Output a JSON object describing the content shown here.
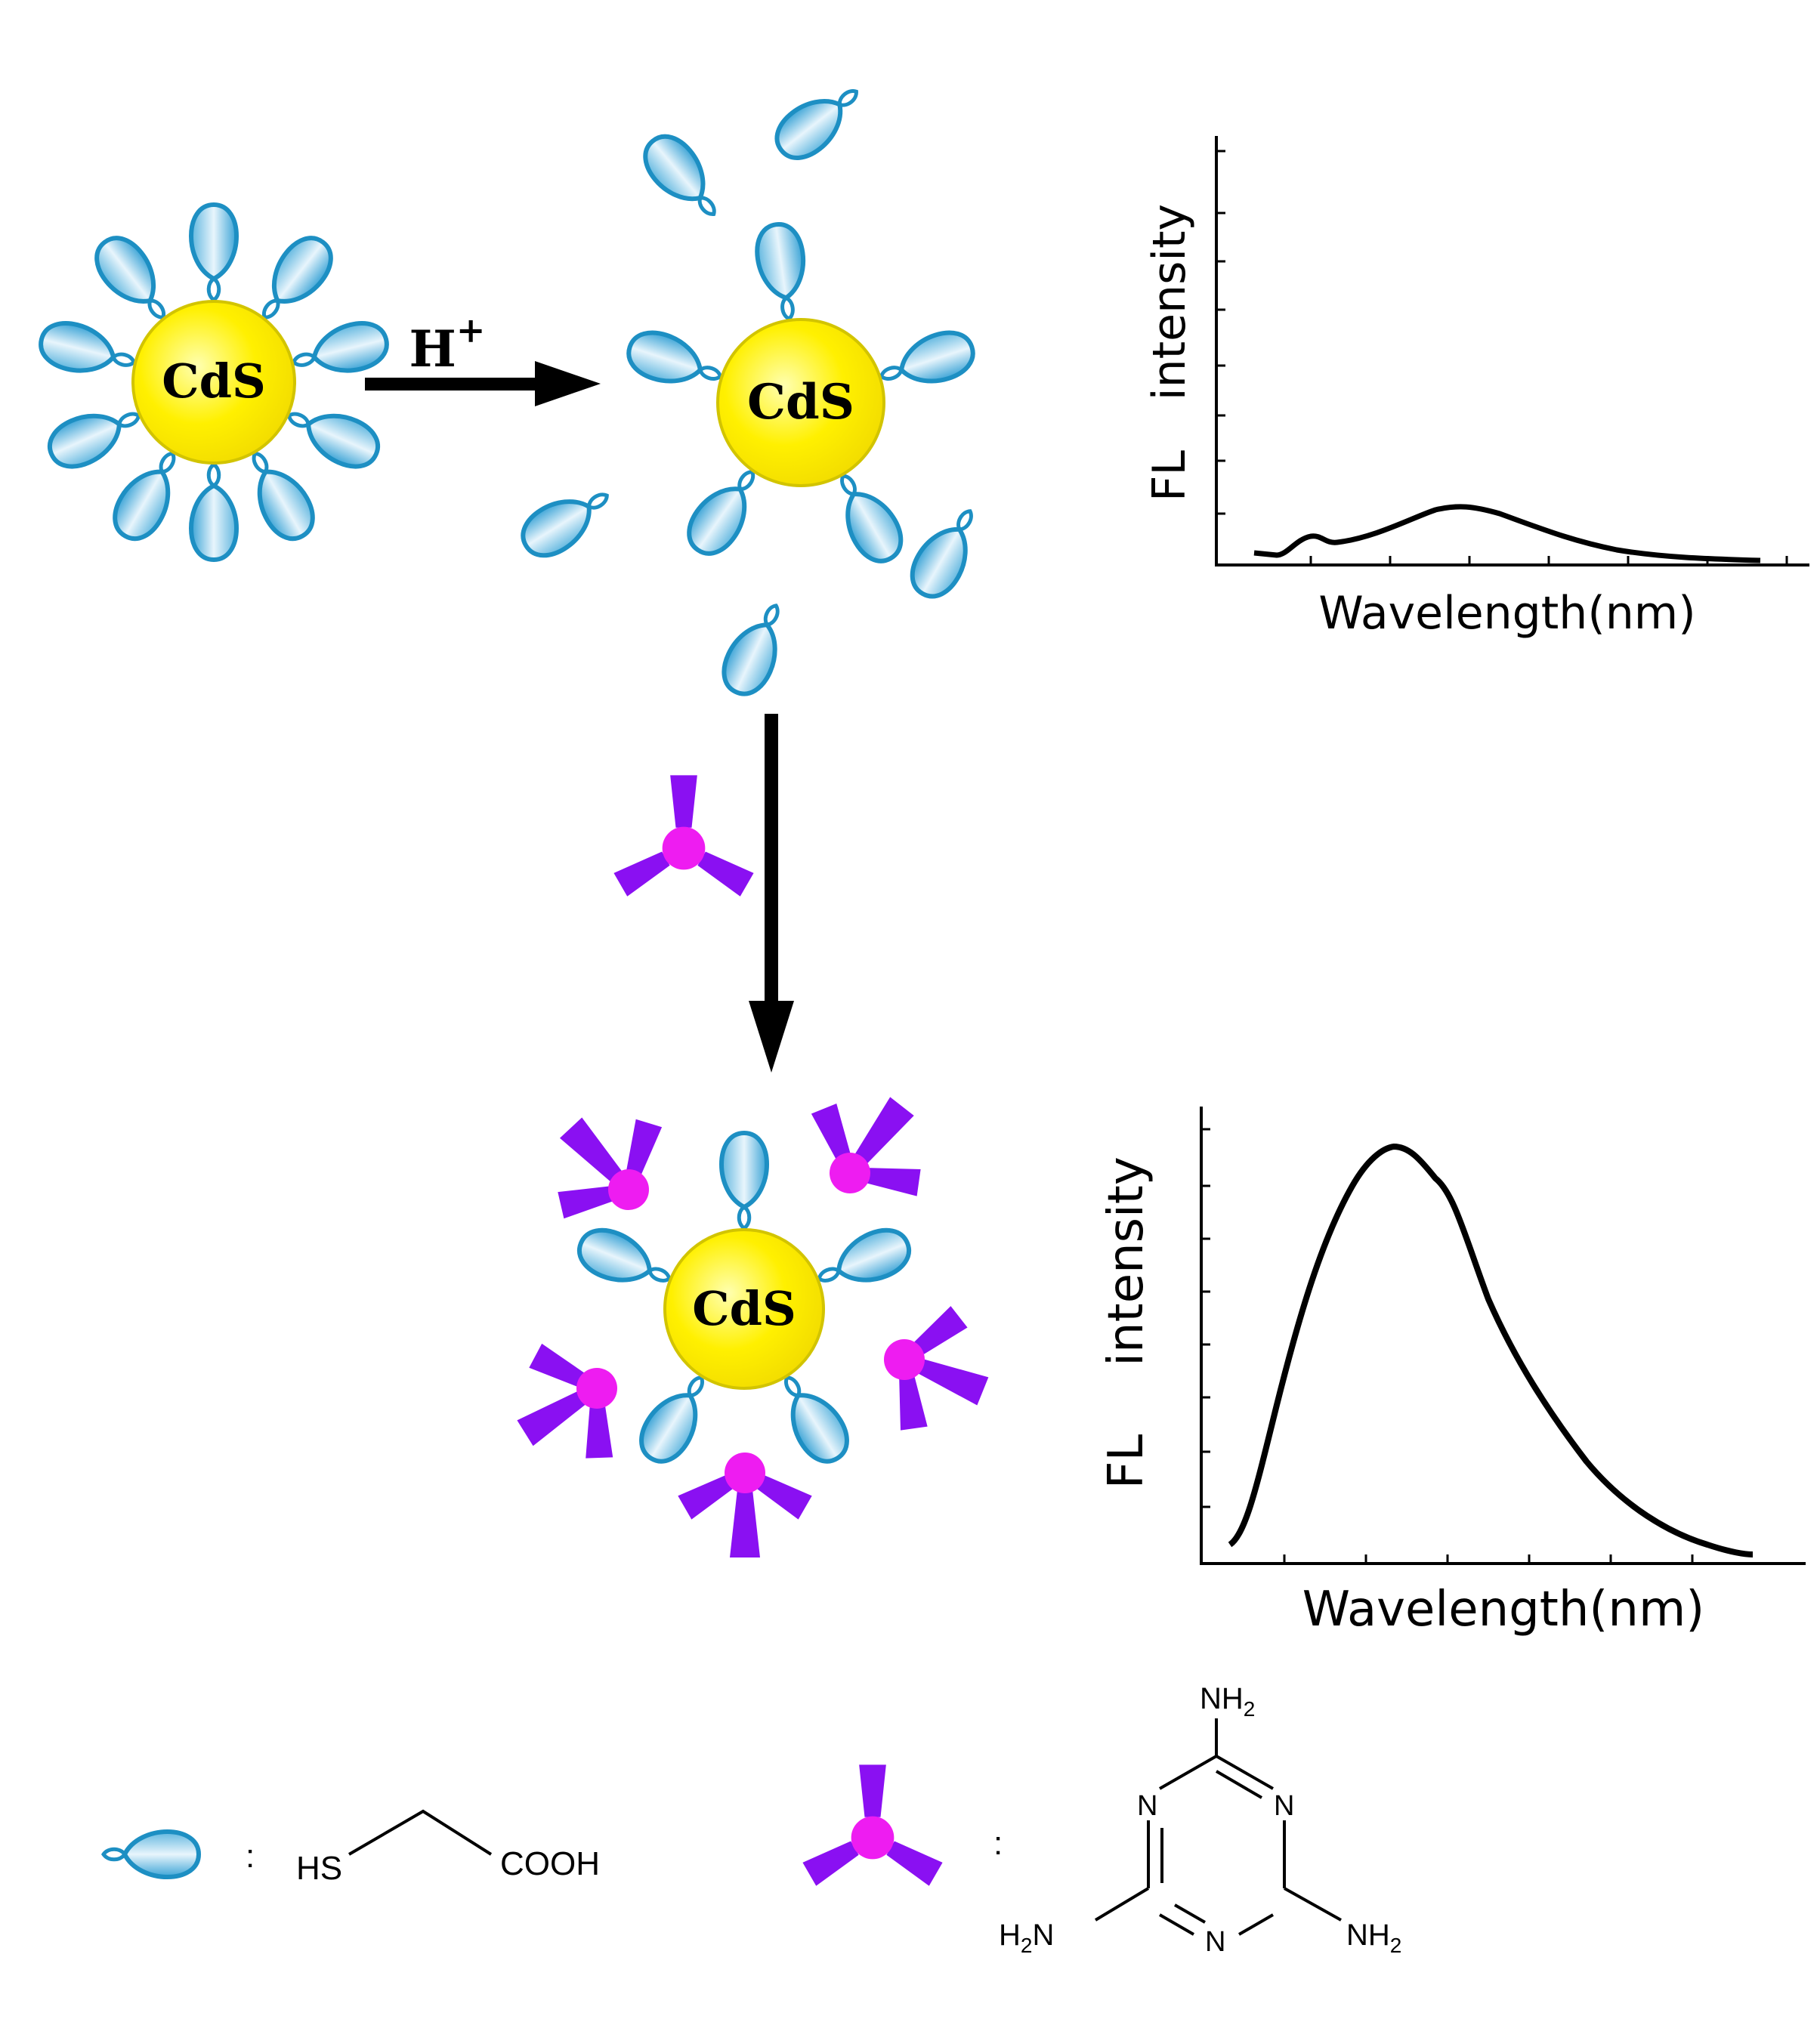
{
  "nanoparticle": {
    "core_label": "CdS",
    "core_color": "#fff000",
    "core_rim": "#d2c400"
  },
  "acid_arrow": {
    "label": "H",
    "superscript": "+"
  },
  "colors": {
    "ligand_stroke": "#1d8fc3",
    "ligand_fill": "#cde9f6",
    "melamine_node": "#ee1cf1",
    "melamine_arm": "#8a10f2",
    "line": "#000000"
  },
  "spectrum_top": {
    "xlabel": "Wavelength(nm)",
    "ylabel_a": "FL",
    "ylabel_b": "intensity",
    "state": "quenched"
  },
  "spectrum_bottom": {
    "xlabel": "Wavelength(nm)",
    "ylabel_a": "FL",
    "ylabel_b": "intensity",
    "state": "recovered"
  },
  "legend": {
    "colon": ":",
    "tga": {
      "hs": "HS",
      "cooh": "COOH"
    },
    "melamine": {
      "nh2_label": "NH",
      "nh2_sub": "2",
      "h2n_h": "H",
      "h2n_sub": "2",
      "h2n_n": "N",
      "ring_n": "N"
    }
  }
}
